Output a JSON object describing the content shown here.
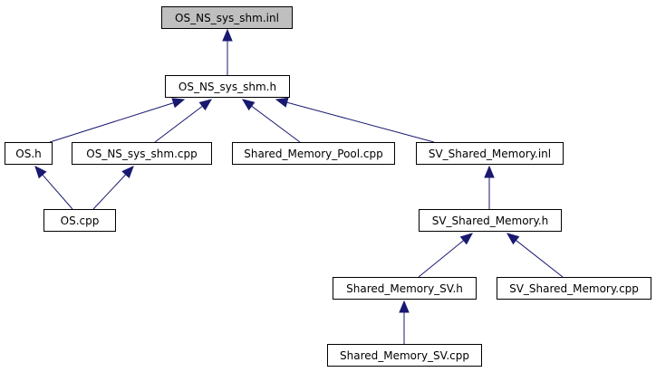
{
  "colors": {
    "edge": "#191970",
    "node_border": "#000000",
    "root_fill": "#bfbfbf",
    "node_fill": "#ffffff"
  },
  "nodes": {
    "os_ns_sys_shm_inl": "OS_NS_sys_shm.inl",
    "os_ns_sys_shm_h": "OS_NS_sys_shm.h",
    "os_h": "OS.h",
    "os_ns_sys_shm_cpp": "OS_NS_sys_shm.cpp",
    "shared_memory_pool_cpp": "Shared_Memory_Pool.cpp",
    "sv_shared_memory_inl": "SV_Shared_Memory.inl",
    "os_cpp": "OS.cpp",
    "sv_shared_memory_h": "SV_Shared_Memory.h",
    "shared_memory_sv_h": "Shared_Memory_SV.h",
    "sv_shared_memory_cpp": "SV_Shared_Memory.cpp",
    "shared_memory_sv_cpp": "Shared_Memory_SV.cpp"
  },
  "edges": [
    {
      "from": "os_ns_sys_shm_h",
      "to": "os_ns_sys_shm_inl"
    },
    {
      "from": "os_h",
      "to": "os_ns_sys_shm_h"
    },
    {
      "from": "os_ns_sys_shm_cpp",
      "to": "os_ns_sys_shm_h"
    },
    {
      "from": "shared_memory_pool_cpp",
      "to": "os_ns_sys_shm_h"
    },
    {
      "from": "sv_shared_memory_inl",
      "to": "os_ns_sys_shm_h"
    },
    {
      "from": "os_cpp",
      "to": "os_h"
    },
    {
      "from": "os_cpp",
      "to": "os_ns_sys_shm_cpp"
    },
    {
      "from": "sv_shared_memory_h",
      "to": "sv_shared_memory_inl"
    },
    {
      "from": "shared_memory_sv_h",
      "to": "sv_shared_memory_h"
    },
    {
      "from": "sv_shared_memory_cpp",
      "to": "sv_shared_memory_h"
    },
    {
      "from": "shared_memory_sv_cpp",
      "to": "shared_memory_sv_h"
    }
  ]
}
